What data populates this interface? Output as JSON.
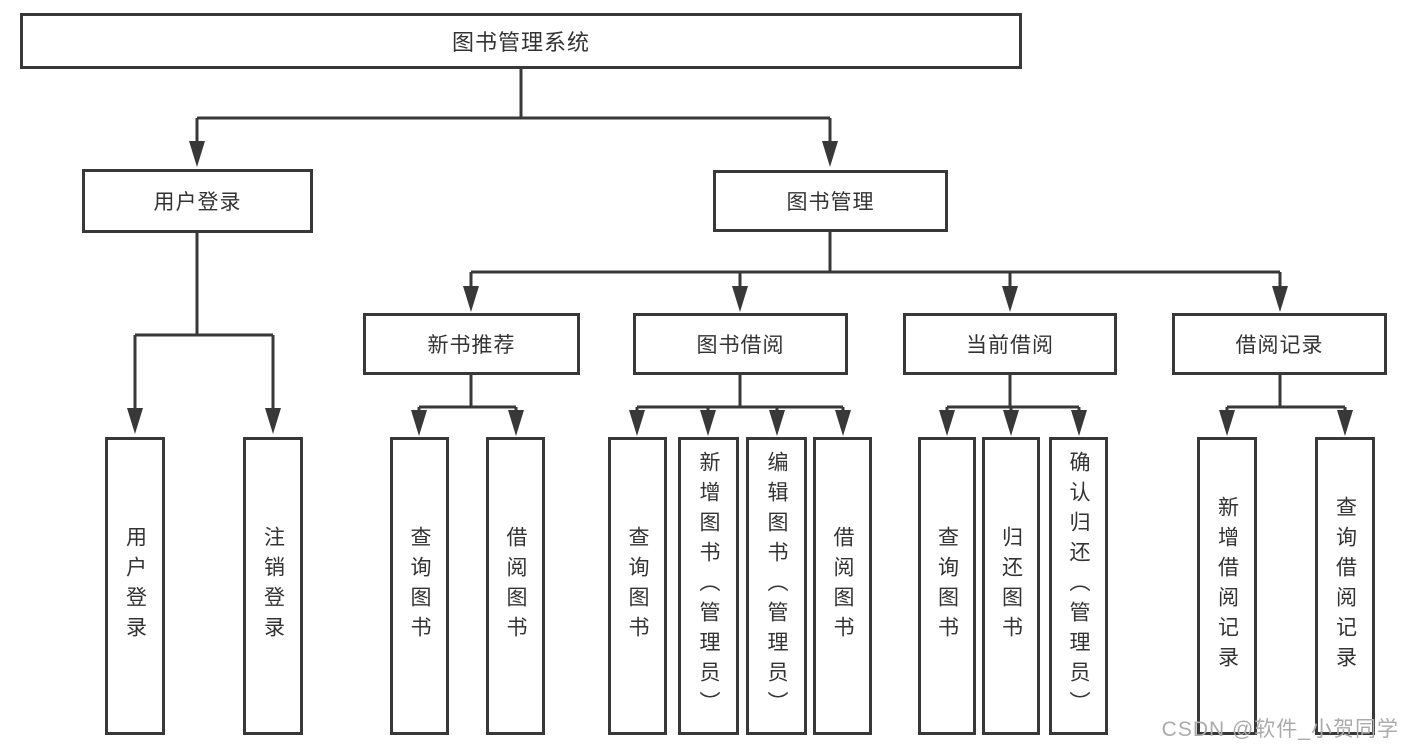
{
  "diagram": {
    "root": {
      "label": "图书管理系统",
      "children": [
        {
          "label": "用户登录",
          "children": [
            {
              "label": "用户登录"
            },
            {
              "label": "注销登录"
            }
          ]
        },
        {
          "label": "图书管理",
          "children": [
            {
              "label": "新书推荐",
              "children": [
                {
                  "label": "查询图书"
                },
                {
                  "label": "借阅图书"
                }
              ]
            },
            {
              "label": "图书借阅",
              "children": [
                {
                  "label": "查询图书"
                },
                {
                  "label": "新增图书（管理员）"
                },
                {
                  "label": "编辑图书（管理员）"
                },
                {
                  "label": "借阅图书"
                }
              ]
            },
            {
              "label": "当前借阅",
              "children": [
                {
                  "label": "查询图书"
                },
                {
                  "label": "归还图书"
                },
                {
                  "label": "确认归还（管理员）"
                }
              ]
            },
            {
              "label": "借阅记录",
              "children": [
                {
                  "label": "新增借阅记录"
                },
                {
                  "label": "查询借阅记录"
                }
              ]
            }
          ]
        }
      ]
    }
  },
  "watermark": {
    "text": "CSDN @软件_小贺同学"
  },
  "colors": {
    "line": "#383838",
    "text": "#333333",
    "bg": "#ffffff",
    "watermark": "#ababab"
  }
}
